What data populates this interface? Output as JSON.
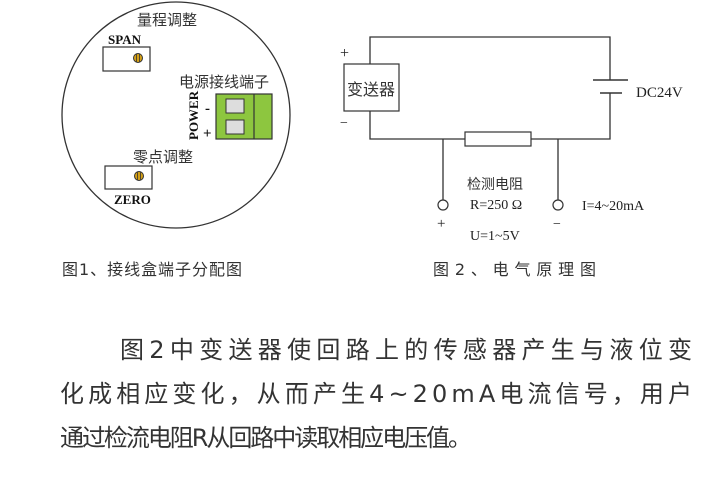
{
  "figure1": {
    "span_title": "量程调整",
    "span_label": "SPAN",
    "terminal_title": "电源接线端子",
    "power_label": "POWER",
    "minus": "-",
    "plus": "+",
    "zero_title": "零点调整",
    "zero_label": "ZERO",
    "caption": "图1、接线盒端子分配图",
    "colors": {
      "terminal": "#8dc63f",
      "screw": "#d4a017"
    }
  },
  "figure2": {
    "plus_top": "+",
    "minus_top": "−",
    "transmitter": "变送器",
    "supply": "DC24V",
    "resistor_title": "检测电阻",
    "resistor_value": "R=250 Ω",
    "current": "I=4~20mA",
    "voltage": "U=1~5V",
    "tap_plus": "+",
    "tap_minus": "−",
    "caption": "图2、电气原理图"
  },
  "paragraph": {
    "line1": "图2中变送器使回路上的传感器产生与液位变",
    "line2": "化成相应变化，从而产生4~20mA电流信号，用户",
    "line3": "通过检流电阻R从回路中读取相应电压值。"
  }
}
